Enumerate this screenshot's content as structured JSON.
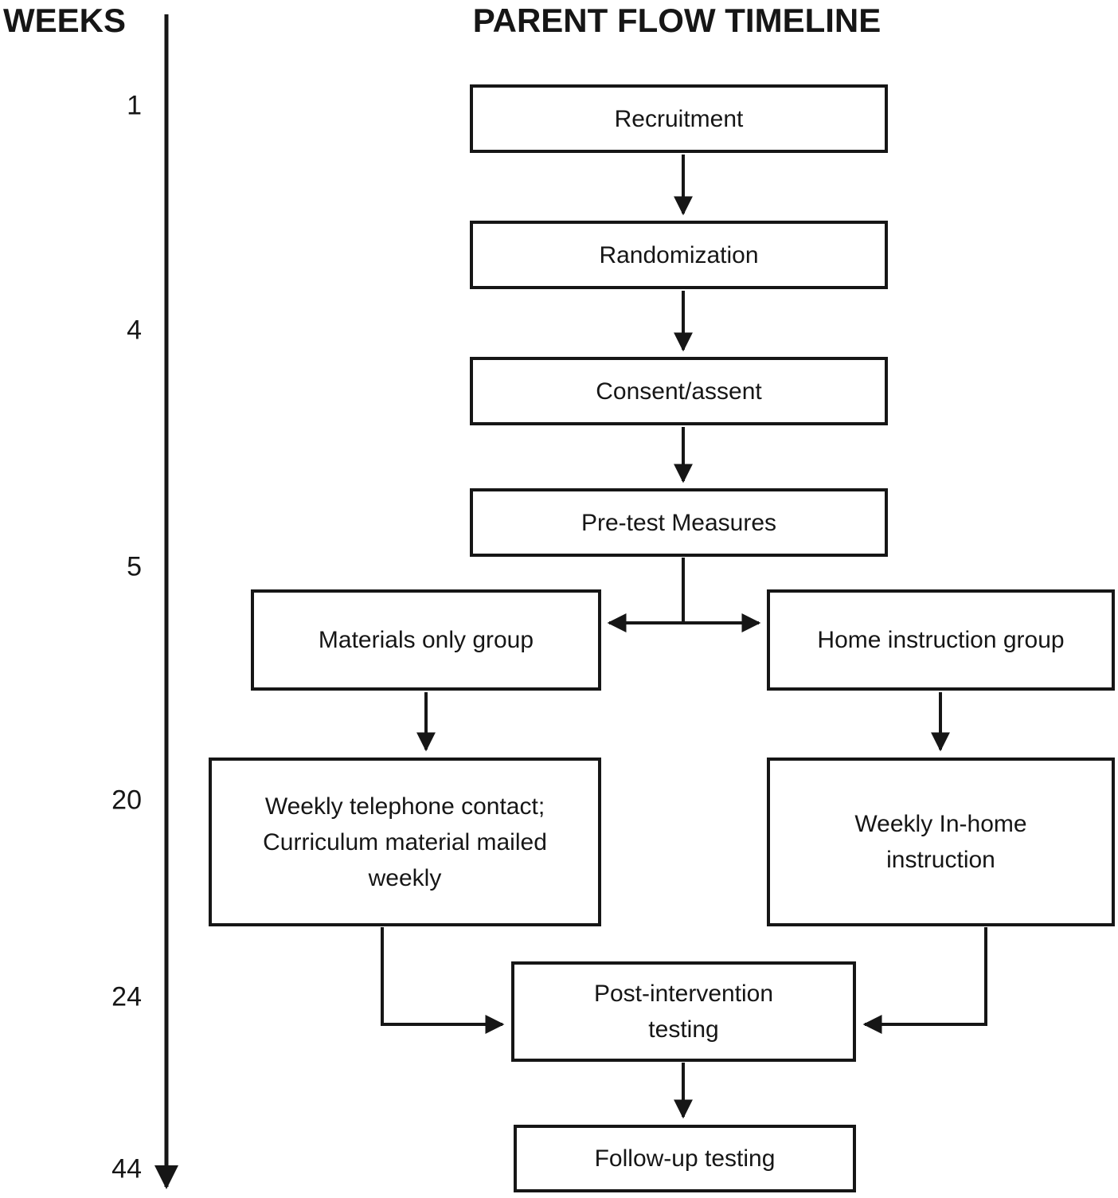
{
  "title": "PARENT FLOW TIMELINE",
  "weeks_axis": {
    "label": "WEEKS",
    "ticks": [
      {
        "week": "1"
      },
      {
        "week": "4"
      },
      {
        "week": "5"
      },
      {
        "week": "20"
      },
      {
        "week": "24"
      },
      {
        "week": "44"
      }
    ]
  },
  "nodes": {
    "recruitment": {
      "label": "Recruitment"
    },
    "randomization": {
      "label": "Randomization"
    },
    "consent": {
      "label": "Consent/assent"
    },
    "pretest": {
      "label": "Pre-test Measures"
    },
    "materials": {
      "label": "Materials only group"
    },
    "home": {
      "label": "Home instruction group"
    },
    "telephone": {
      "label": "Weekly telephone contact; Curriculum material mailed weekly"
    },
    "inhome": {
      "label": "Weekly In-home instruction"
    },
    "post": {
      "label": "Post-intervention testing"
    },
    "followup": {
      "label": "Follow-up testing"
    }
  },
  "edges": [
    {
      "from": "recruitment",
      "to": "randomization"
    },
    {
      "from": "randomization",
      "to": "consent"
    },
    {
      "from": "consent",
      "to": "pretest"
    },
    {
      "from": "pretest",
      "to": "materials"
    },
    {
      "from": "pretest",
      "to": "home"
    },
    {
      "from": "materials",
      "to": "telephone"
    },
    {
      "from": "home",
      "to": "inhome"
    },
    {
      "from": "telephone",
      "to": "post"
    },
    {
      "from": "inhome",
      "to": "post"
    },
    {
      "from": "post",
      "to": "followup"
    }
  ],
  "colors": {
    "ink": "#161616",
    "background": "#ffffff",
    "box_fill": "#ffffff"
  }
}
